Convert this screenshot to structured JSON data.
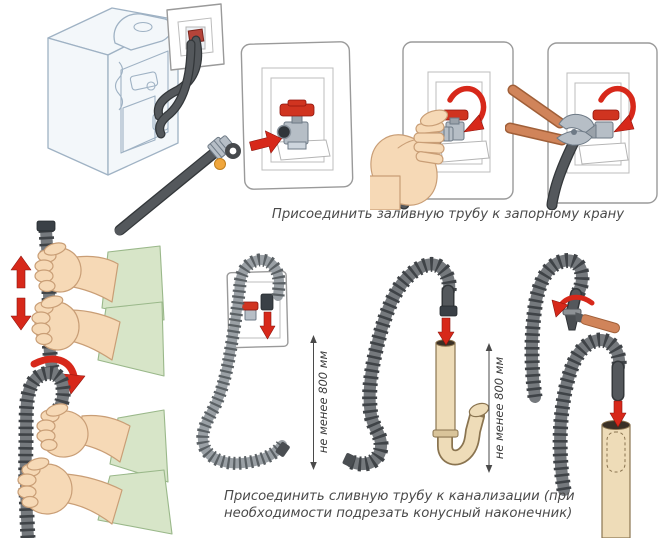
{
  "captions": {
    "fill_hose": "Присоединить заливную трубу к запорному крану",
    "drain_line1": "Присоединить сливную трубу к канализации (при",
    "drain_line2": "необходимости подрезать конусный наконечник)"
  },
  "dimension_labels": {
    "left": "не менее 800 мм",
    "right": "не менее 800 мм"
  },
  "colors": {
    "arrow_red": "#d7281a",
    "valve_red": "#d03420",
    "tool_orange": "#d0845a",
    "tool_orange_dark": "#a05f38",
    "skin": "#f6d9b6",
    "skin_line": "#c99e76",
    "sleeve_green": "#d7e5c8",
    "sleeve_line": "#9ab88a",
    "pipe_beige": "#eedcb8",
    "pipe_line": "#8a7450",
    "hose_gray": "#75797d",
    "hose_gray_light": "#9aa0a5",
    "hose_mid": "#5a6064",
    "hose_dark": "#3f4347",
    "hose_smooth": "#54585c",
    "hose_edge": "#33373a",
    "metal": "#b6bec6",
    "metal_line": "#6e7a86",
    "machine_fill": "#f3f7fa",
    "machine_line": "#9fb2c4",
    "panel_stroke": "#9a9a9a",
    "panel_inner": "#bcbcbc",
    "caption": "#4a4a4a"
  }
}
